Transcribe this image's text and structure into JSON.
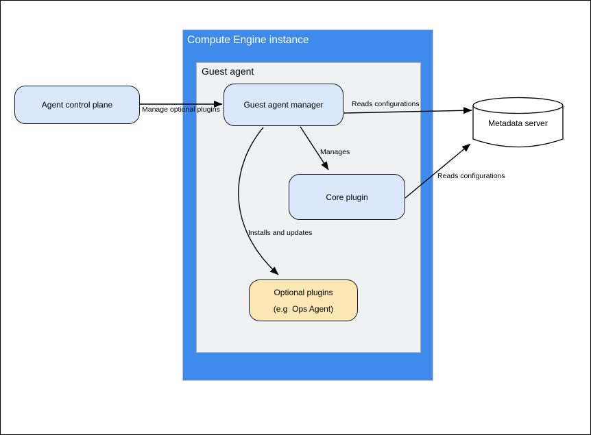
{
  "containers": {
    "outer_label": "Compute Engine instance",
    "inner_label": "Guest agent"
  },
  "nodes": {
    "agent_control_plane": {
      "label": "Agent control plane"
    },
    "guest_agent_manager": {
      "label": "Guest agent manager"
    },
    "core_plugin": {
      "label": "Core plugin"
    },
    "optional_plugins": {
      "label_line1": "Optional plugins",
      "label_line2": "(e.g  Ops Agent)"
    },
    "metadata_server": {
      "label": "Metadata server"
    }
  },
  "edges": {
    "manage_optional_plugins": {
      "label": "Manage optional plugins",
      "from": "agent_control_plane",
      "to": "guest_agent_manager"
    },
    "reads_configurations_manager": {
      "label": "Reads configurations",
      "from": "guest_agent_manager",
      "to": "metadata_server"
    },
    "manages": {
      "label": "Manages",
      "from": "guest_agent_manager",
      "to": "core_plugin"
    },
    "reads_configurations_core": {
      "label": "Reads configurations",
      "from": "core_plugin",
      "to": "metadata_server"
    },
    "installs_and_updates": {
      "label": "Installs and updates",
      "from": "guest_agent_manager",
      "to": "optional_plugins"
    }
  },
  "colors": {
    "container_blue": "#3e8bec",
    "container_gray": "#f0f1f2",
    "node_blue": "#dbe8fc",
    "node_yellow": "#fbe7b3",
    "cylinder_fill": "#ffffff",
    "stroke": "#000000",
    "title_text": "#ffffff"
  }
}
